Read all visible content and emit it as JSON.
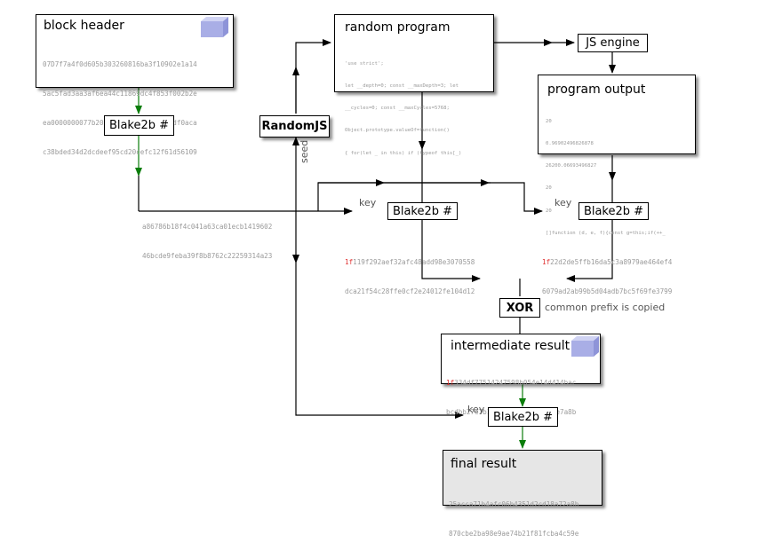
{
  "block_header": {
    "title": "block header",
    "lines": [
      "07D7f7a4f0d605b303260816ba3f10902e1a14",
      "5ac5fad3aa3af6ea44c11869dc4f853f002b2e",
      "ea0000000077b206a02ca5b1d4ce6bbfdf0aca",
      "c38bded34d2dcdeef95cd20cefc12f61d56109"
    ]
  },
  "blake_top": "Blake2b #",
  "hash1": {
    "lines": [
      "a86786b18f4c041a63ca01ecb1419602",
      "46bcde9feba39f8b8762c22259314a23"
    ]
  },
  "randomjs": "RandomJS",
  "seed_label": "seed",
  "random_program": {
    "title": "random program",
    "code": [
      "'use strict';",
      "let __depth=0; const __maxDepth=3; let",
      "__cycles=0; const __maxCycles=5768;",
      "Object.prototype.valueOf=function()",
      "{ for(let _ in this) if (typeof this[_)"
    ]
  },
  "js_engine": "JS engine",
  "program_output": {
    "title": "program output",
    "lines": [
      "20",
      "0.96902496826878",
      "26200.06693496827",
      "20",
      "20",
      "[]function (d, e, f){const g=this;if(++_"
    ]
  },
  "key1": "key",
  "blake_mid": "Blake2b #",
  "hash_mid": {
    "prefix": "1f",
    "line1": "119f292aef32afc48add98e3070558",
    "line2": "dca21f54c28ffe0cf2e24012fe104d12"
  },
  "key2": "key",
  "blake_right": "Blake2b #",
  "hash_right": {
    "prefix": "1f",
    "line1": "22d2de5ffb16da5c3a8979ae464ef4",
    "line2": "6079ad2ab99b5d04adb7bc5f69fe3799"
  },
  "xor": "XOR",
  "common_prefix": "common prefix is copied",
  "intermediate": {
    "title": "intermediate result",
    "prefix": "1f",
    "line1": "334df77514247598b054e14d414bac",
    "line2": "bcdbb27e7b14a3085f55fc4d97ee7a8b"
  },
  "key3": "key",
  "blake_bottom": "Blake2b #",
  "final": {
    "title": "final result",
    "lines": [
      "25acca71b4afc06b4351d2cd18a72a8b",
      "870cbe2ba98e9ae74b21f81fcba4c59e"
    ]
  },
  "colors": {
    "green": "#0b7d0b",
    "red": "#e03030",
    "gray_text": "#9a9a9a",
    "final_bg": "#e6e6e6",
    "cube_face": "#a9aee6",
    "cube_top": "#d0d3f3"
  }
}
